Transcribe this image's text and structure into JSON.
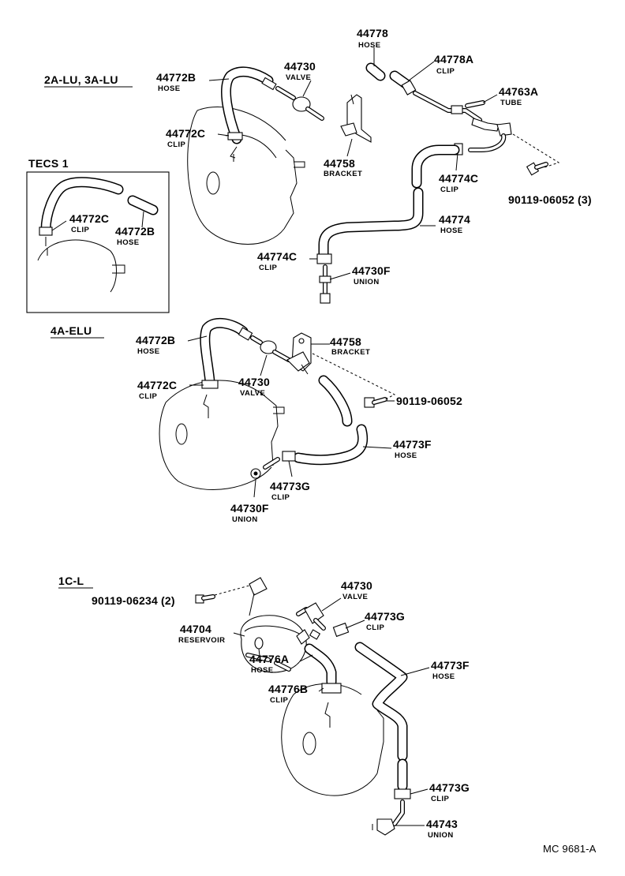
{
  "sections": [
    {
      "id": "2a",
      "label": "2A-LU, 3A-LU"
    },
    {
      "id": "tecs",
      "label": "TECS 1"
    },
    {
      "id": "4a",
      "label": "4A-ELU"
    },
    {
      "id": "1c",
      "label": "1C-L"
    }
  ],
  "callouts": [
    {
      "id": "c1",
      "part": "44778",
      "name": "HOSE"
    },
    {
      "id": "c2",
      "part": "44778A",
      "name": "CLIP"
    },
    {
      "id": "c3",
      "part": "44730",
      "name": "VALVE"
    },
    {
      "id": "c4",
      "part": "44772B",
      "name": "HOSE"
    },
    {
      "id": "c5",
      "part": "44763A",
      "name": "TUBE"
    },
    {
      "id": "c6",
      "part": "44772C",
      "name": "CLIP"
    },
    {
      "id": "c7",
      "part": "44758",
      "name": "BRACKET"
    },
    {
      "id": "c8",
      "part": "44774C",
      "name": "CLIP"
    },
    {
      "id": "c9",
      "part": "90119-06052 (3)",
      "name": ""
    },
    {
      "id": "c10",
      "part": "44772C",
      "name": "CLIP"
    },
    {
      "id": "c11",
      "part": "44772B",
      "name": "HOSE"
    },
    {
      "id": "c12",
      "part": "44774",
      "name": "HOSE"
    },
    {
      "id": "c13",
      "part": "44774C",
      "name": "CLIP"
    },
    {
      "id": "c14",
      "part": "44730F",
      "name": "UNION"
    },
    {
      "id": "c15",
      "part": "44772B",
      "name": "HOSE"
    },
    {
      "id": "c16",
      "part": "44758",
      "name": "BRACKET"
    },
    {
      "id": "c17",
      "part": "44772C",
      "name": "CLIP"
    },
    {
      "id": "c18",
      "part": "44730",
      "name": "VALVE"
    },
    {
      "id": "c19",
      "part": "90119-06052",
      "name": ""
    },
    {
      "id": "c20",
      "part": "44773F",
      "name": "HOSE"
    },
    {
      "id": "c21",
      "part": "44773G",
      "name": "CLIP"
    },
    {
      "id": "c22",
      "part": "44730F",
      "name": "UNION"
    },
    {
      "id": "c23",
      "part": "44730",
      "name": "VALVE"
    },
    {
      "id": "c24",
      "part": "90119-06234 (2)",
      "name": ""
    },
    {
      "id": "c25",
      "part": "44704",
      "name": "RESERVOIR"
    },
    {
      "id": "c26",
      "part": "44773G",
      "name": "CLIP"
    },
    {
      "id": "c27",
      "part": "44776A",
      "name": "HOSE"
    },
    {
      "id": "c28",
      "part": "44773F",
      "name": "HOSE"
    },
    {
      "id": "c29",
      "part": "44776B",
      "name": "CLIP"
    },
    {
      "id": "c30",
      "part": "44773G",
      "name": "CLIP"
    },
    {
      "id": "c31",
      "part": "44743",
      "name": "UNION"
    }
  ],
  "footer": {
    "code": "MC 9681-A"
  }
}
